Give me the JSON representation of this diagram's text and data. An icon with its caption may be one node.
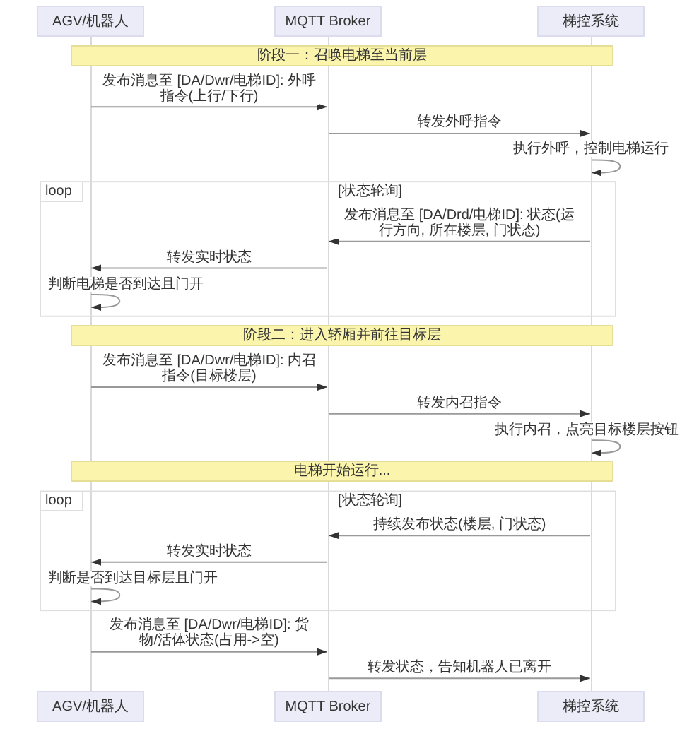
{
  "diagram": {
    "nodes": [
      {
        "text": [
          "AGV/机器人"
        ]
      },
      {
        "text": [
          "MQTT Broker"
        ]
      },
      {
        "text": [
          "梯控系统"
        ]
      },
      {
        "text": [],
        "shape": "bar"
      },
      {
        "text": [],
        "shape": "bar"
      },
      {
        "text": [],
        "shape": "bar"
      },
      {
        "text": [
          "阶段一：召唤电梯至当前层"
        ]
      },
      {
        "text": [
          "loop",
          "[状态轮询]"
        ]
      },
      {
        "text": [
          "阶段二：进入轿厢并前往目标层"
        ]
      },
      {
        "text": [
          "电梯开始运行..."
        ]
      },
      {
        "text": [
          "loop",
          "[状态轮询]"
        ]
      },
      {
        "text": [
          "AGV/机器人"
        ]
      },
      {
        "text": [
          "MQTT Broker"
        ]
      },
      {
        "text": [
          "梯控系统"
        ]
      }
    ],
    "edges": [
      {
        "from": 3,
        "to": 4,
        "label": "发布消息至 [DA/Dwr/电梯ID]: 外呼指令(上行/下行)",
        "arrow": "to"
      },
      {
        "from": 4,
        "to": 5,
        "label": "转发外呼指令",
        "arrow": "to"
      },
      {
        "from": 5,
        "to": 5,
        "label": "执行外呼，控制电梯运行",
        "arrow": "to"
      },
      {
        "from": 5,
        "to": 4,
        "label": "发布消息至 [DA/Drd/电梯ID]: 状态(运行方向, 所在楼层, 门状态)",
        "arrow": "to"
      },
      {
        "from": 4,
        "to": 3,
        "label": "转发实时状态",
        "arrow": "to"
      },
      {
        "from": 3,
        "to": 3,
        "label": "判断电梯是否到达且门开",
        "arrow": "to"
      },
      {
        "from": 3,
        "to": 4,
        "label": "发布消息至 [DA/Dwr/电梯ID]: 内召指令(目标楼层)",
        "arrow": "to"
      },
      {
        "from": 4,
        "to": 5,
        "label": "转发内召指令",
        "arrow": "to"
      },
      {
        "from": 5,
        "to": 5,
        "label": "执行内召，点亮目标楼层按钮",
        "arrow": "to"
      },
      {
        "from": 5,
        "to": 4,
        "label": "持续发布状态(楼层, 门状态)",
        "arrow": "to"
      },
      {
        "from": 4,
        "to": 3,
        "label": "转发实时状态",
        "arrow": "to"
      },
      {
        "from": 3,
        "to": 3,
        "label": "判断是否到达目标层且门开",
        "arrow": "to"
      },
      {
        "from": 3,
        "to": 4,
        "label": "发布消息至 [DA/Dwr/电梯ID]: 货物/活体状态(占用->空)",
        "arrow": "to"
      },
      {
        "from": 4,
        "to": 5,
        "label": "转发状态，告知机器人已离开",
        "arrow": "to"
      }
    ]
  }
}
